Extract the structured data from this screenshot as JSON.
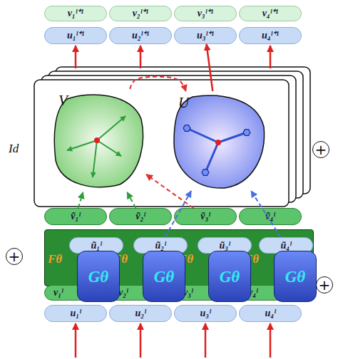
{
  "diagram": {
    "nodes": [
      {
        "text": [
          "v₁ˡ⁺¹"
        ]
      },
      {
        "text": [
          "v₂ˡ⁺¹"
        ]
      },
      {
        "text": [
          "v₃ˡ⁺¹"
        ]
      },
      {
        "text": [
          "v₄ˡ⁺¹"
        ]
      },
      {
        "text": [
          "u₁ˡ⁺¹"
        ]
      },
      {
        "text": [
          "u₂ˡ⁺¹"
        ]
      },
      {
        "text": [
          "u₃ˡ⁺¹"
        ]
      },
      {
        "text": [
          "u₄ˡ⁺¹"
        ]
      },
      {
        "text": [
          "V"
        ]
      },
      {
        "text": [
          "U"
        ]
      },
      {
        "text": [
          "+"
        ]
      },
      {
        "text": [
          "ṽ₁ˡ"
        ]
      },
      {
        "text": [
          "ṽ₂ˡ"
        ]
      },
      {
        "text": [
          "ṽ₃ˡ"
        ]
      },
      {
        "text": [
          "ṽ₄ˡ"
        ]
      },
      {
        "text": [
          "+"
        ]
      },
      {
        "text": [
          "Fθ",
          "Fθ",
          "Fθ",
          "Fθ"
        ]
      },
      {
        "text": [
          "ũ₁ˡ"
        ],
        "in": 16
      },
      {
        "text": [
          "ũ₂ˡ"
        ],
        "in": 16
      },
      {
        "text": [
          "ũ₃ˡ"
        ],
        "in": 16
      },
      {
        "text": [
          "ũ₄ˡ"
        ],
        "in": 16
      },
      {
        "text": [
          "Gθ"
        ]
      },
      {
        "text": [
          "Gθ"
        ]
      },
      {
        "text": [
          "Gθ"
        ]
      },
      {
        "text": [
          "Gθ"
        ]
      },
      {
        "text": [
          "v₁ˡ"
        ]
      },
      {
        "text": [
          "v₂ˡ"
        ]
      },
      {
        "text": [
          "v₃ˡ"
        ]
      },
      {
        "text": [
          "v₄ˡ"
        ]
      },
      {
        "text": [
          "+"
        ]
      },
      {
        "text": [
          "u₁ˡ"
        ]
      },
      {
        "text": [
          "u₂ˡ"
        ]
      },
      {
        "text": [
          "u₃ˡ"
        ]
      },
      {
        "text": [
          "u₄ˡ"
        ]
      }
    ],
    "edges": [
      {
        "from": 11,
        "to": 8,
        "arrow": "to"
      },
      {
        "from": 12,
        "to": 8,
        "arrow": "to"
      },
      {
        "from": 13,
        "to": 8,
        "arrow": "to"
      },
      {
        "from": 18,
        "to": 9,
        "arrow": "to"
      },
      {
        "from": 20,
        "to": 9,
        "arrow": "to"
      },
      {
        "from": 8,
        "to": 9,
        "arrow": "to"
      },
      {
        "from": 9,
        "to": 6,
        "arrow": "to"
      }
    ],
    "labels": [
      "Id"
    ]
  }
}
